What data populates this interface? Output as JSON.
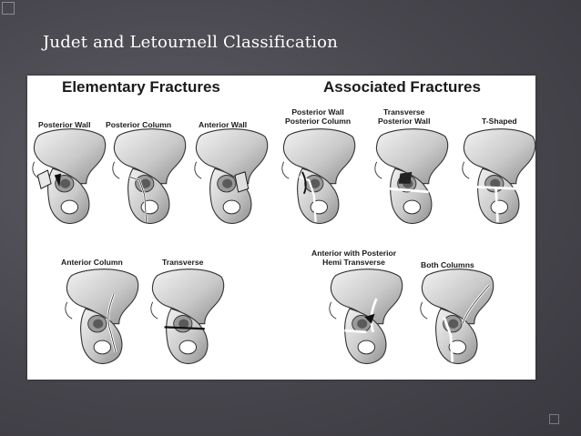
{
  "slide": {
    "title": "Judet and Letournell Classification"
  },
  "figure": {
    "headers": {
      "elementary": "Elementary Fractures",
      "associated": "Associated Fractures"
    },
    "elementary_labels": [
      "Posterior Wall",
      "Posterior Column",
      "Anterior Wall",
      "Anterior Column",
      "Transverse"
    ],
    "associated_labels": [
      "Posterior Wall\nPosterior Column",
      "Transverse\nPosterior Wall",
      "T-Shaped",
      "Anterior with Posterior\nHemi Transverse",
      "Both Columns"
    ]
  },
  "icons": {
    "corner": "frame-square-icon",
    "footer": "slide-nav-square-icon"
  }
}
